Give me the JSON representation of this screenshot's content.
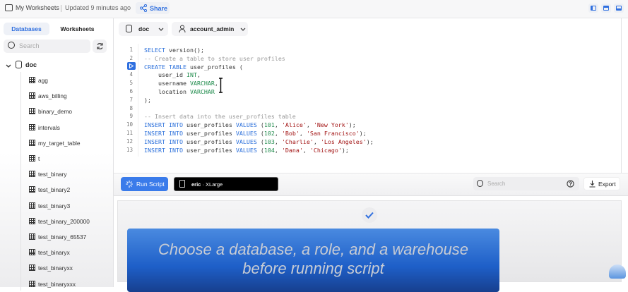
{
  "topbar": {
    "crumb": "My Worksheets",
    "updated": "Updated 9 minutes ago",
    "share": "Share",
    "accent": "#2f6fdf"
  },
  "sidebar": {
    "tabs": [
      "Databases",
      "Worksheets"
    ],
    "search_placeholder": "Search",
    "database": "doc",
    "tables": [
      "agg",
      "aws_billing",
      "binary_demo",
      "intervals",
      "my_target_table",
      "t",
      "test_binary",
      "test_binary2",
      "test_binary3",
      "test_binary_200000",
      "test_binary_65537",
      "test_binaryx",
      "test_binaryxx",
      "test_binaryxxx"
    ]
  },
  "editor": {
    "database_select": "doc",
    "role_select": "account_admin",
    "lines": [
      [
        [
          "kw",
          "SELECT"
        ],
        [
          "",
          "version();"
        ]
      ],
      [
        [
          "cm",
          "-- Create a table to store user profiles"
        ]
      ],
      [
        [
          "kw",
          "CREATE TABLE"
        ],
        [
          "",
          "user_profiles ("
        ]
      ],
      [
        [
          "",
          "    user_id"
        ],
        [
          "ty",
          "INT"
        ],
        [
          "",
          ","
        ]
      ],
      [
        [
          "",
          "    username"
        ],
        [
          "ty",
          "VARCHAR"
        ],
        [
          "",
          ","
        ]
      ],
      [
        [
          "",
          "    location"
        ],
        [
          "ty",
          "VARCHAR"
        ]
      ],
      [
        [
          "",
          ");"
        ]
      ],
      [],
      [
        [
          "cm",
          "-- Insert data into the user_profiles table"
        ]
      ],
      [
        [
          "kw",
          "INSERT INTO"
        ],
        [
          "",
          "user_profiles"
        ],
        [
          "kw",
          "VALUES"
        ],
        [
          "",
          "("
        ],
        [
          "nm",
          "101"
        ],
        [
          "",
          ","
        ],
        [
          "st",
          "'Alice'"
        ],
        [
          "",
          ","
        ],
        [
          "st",
          "'New York'"
        ],
        [
          "",
          ");"
        ]
      ],
      [
        [
          "kw",
          "INSERT INTO"
        ],
        [
          "",
          "user_profiles"
        ],
        [
          "kw",
          "VALUES"
        ],
        [
          "",
          "("
        ],
        [
          "nm",
          "102"
        ],
        [
          "",
          ","
        ],
        [
          "st",
          "'Bob'"
        ],
        [
          "",
          ","
        ],
        [
          "st",
          "'San Francisco'"
        ],
        [
          "",
          ");"
        ]
      ],
      [
        [
          "kw",
          "INSERT INTO"
        ],
        [
          "",
          "user_profiles"
        ],
        [
          "kw",
          "VALUES"
        ],
        [
          "",
          "("
        ],
        [
          "nm",
          "103"
        ],
        [
          "",
          ","
        ],
        [
          "st",
          "'Charlie'"
        ],
        [
          "",
          ","
        ],
        [
          "st",
          "'Los Angeles'"
        ],
        [
          "",
          ");"
        ]
      ],
      [
        [
          "kw",
          "INSERT INTO"
        ],
        [
          "",
          "user_profiles"
        ],
        [
          "kw",
          "VALUES"
        ],
        [
          "",
          "("
        ],
        [
          "nm",
          "104"
        ],
        [
          "",
          ","
        ],
        [
          "st",
          "'Dana'"
        ],
        [
          "",
          ","
        ],
        [
          "st",
          "'Chicago'"
        ],
        [
          "",
          ");"
        ]
      ]
    ]
  },
  "toolbar": {
    "run": "Run Script",
    "warehouse": "eric",
    "warehouse_size": "XLarge",
    "search_placeholder": "Search",
    "export": "Export"
  },
  "banner": {
    "line1": "Choose a database, a role, and a warehouse",
    "line2": "before running script"
  }
}
